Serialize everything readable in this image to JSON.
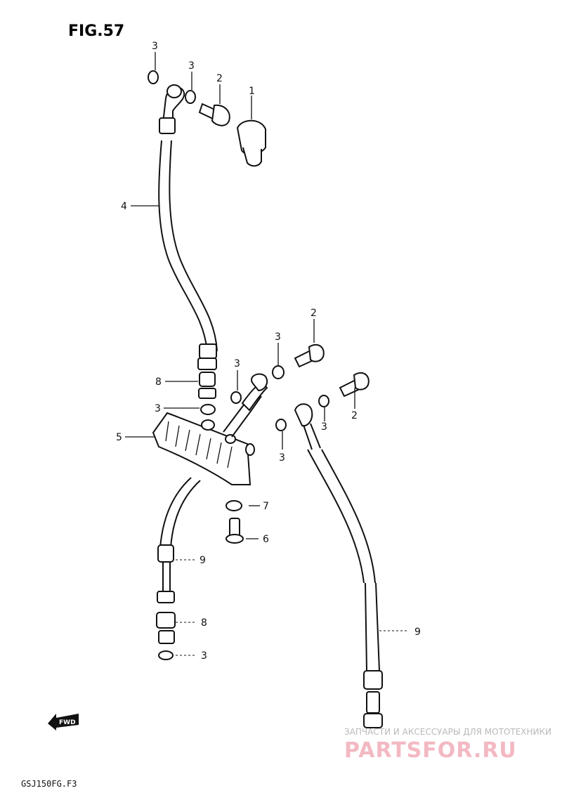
{
  "figure": {
    "title": "FIG.57"
  },
  "callouts": {
    "c1": "1",
    "c2a": "2",
    "c2b": "2",
    "c2c": "2",
    "c3a": "3",
    "c3b": "3",
    "c3c": "3",
    "c3d": "3",
    "c3e": "3",
    "c3f": "3",
    "c3g": "3",
    "c3h": "3",
    "c4": "4",
    "c5": "5",
    "c6": "6",
    "c7": "7",
    "c8a": "8",
    "c8b": "8",
    "c9a": "9",
    "c9b": "9"
  },
  "direction_marker": "FWD",
  "watermark": {
    "tagline": "ЗАПЧАСТИ И АКСЕССУАРЫ ДЛЯ МОТОТЕХНИКИ",
    "brand": "PARTSFOR.RU"
  },
  "footer_code": "GSJ150FG.F3"
}
